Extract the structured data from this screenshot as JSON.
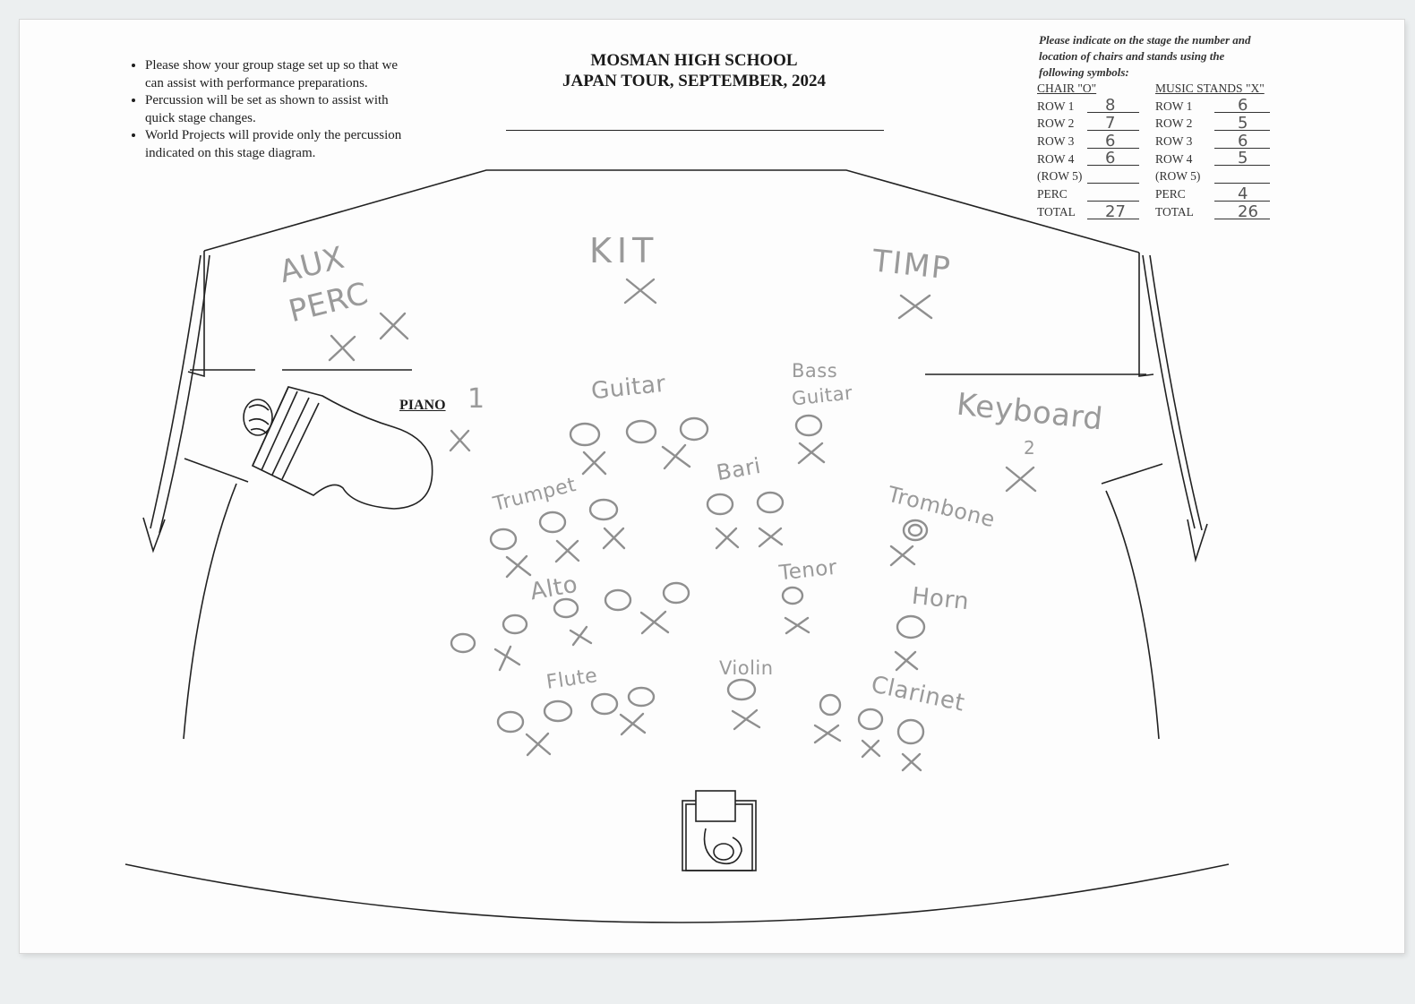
{
  "header": {
    "school": "MOSMAN HIGH SCHOOL",
    "tour": "JAPAN TOUR, SEPTEMBER, 2024"
  },
  "notes": [
    "Please show your group stage set up so that we can assist with performance preparations.",
    "Percussion will be set as shown to assist with quick stage changes.",
    "World Projects will provide only the percussion indicated on this stage diagram."
  ],
  "instructions": {
    "lines": [
      "Please indicate on the stage the number and",
      "location of chairs and stands using the",
      "following symbols:"
    ]
  },
  "counts": {
    "chairs": {
      "header": "CHAIR \"O\"",
      "rows": [
        {
          "label": "ROW 1",
          "value": "8"
        },
        {
          "label": "ROW 2",
          "value": "7"
        },
        {
          "label": "ROW 3",
          "value": "6"
        },
        {
          "label": "ROW 4",
          "value": "6"
        },
        {
          "label": "(ROW 5)",
          "value": ""
        },
        {
          "label": "PERC",
          "value": ""
        },
        {
          "label": "TOTAL",
          "value": "27"
        }
      ]
    },
    "stands": {
      "header": "MUSIC STANDS \"X\"",
      "rows": [
        {
          "label": "ROW 1",
          "value": "6"
        },
        {
          "label": "ROW 2",
          "value": "5"
        },
        {
          "label": "ROW 3",
          "value": "6"
        },
        {
          "label": "ROW 4",
          "value": "5"
        },
        {
          "label": "(ROW 5)",
          "value": ""
        },
        {
          "label": "PERC",
          "value": "4"
        },
        {
          "label": "TOTAL",
          "value": "26"
        }
      ]
    }
  },
  "stage": {
    "piano_label": "PIANO",
    "piano_number": "1",
    "handwritten": {
      "aux_line1": "AUX",
      "aux_line2": "PERC",
      "kit": "KIT",
      "timp": "TIMP",
      "guitar": "Guitar",
      "bass_line1": "Bass",
      "bass_line2": "Guitar",
      "keyboard": "Keyboard",
      "keyboard_number": "2",
      "trumpet": "Trumpet",
      "bari": "Bari",
      "trombone": "Trombone",
      "alto": "Alto",
      "tenor": "Tenor",
      "horn": "Horn",
      "violin": "Violin",
      "flute": "Flute",
      "clarinet": "Clarinet"
    }
  },
  "colors": {
    "ink": "#1f1f1f",
    "pencil": "#9a9a9a",
    "paper": "#fdfdfd",
    "background": "#eceff0"
  }
}
